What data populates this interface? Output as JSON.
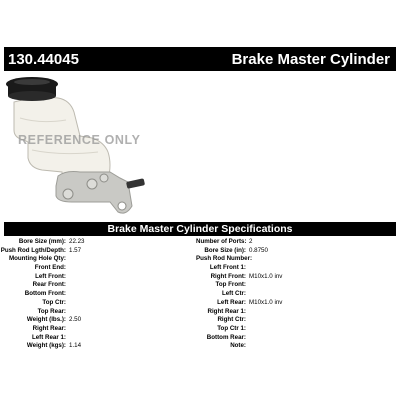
{
  "header": {
    "part_number": "130.44045",
    "part_name": "Brake Master Cylinder"
  },
  "image": {
    "watermark": "REFERENCE ONLY",
    "cap_color": "#1a1a1a",
    "reservoir_color": "#f3f1ea",
    "body_color": "#c9c9c5"
  },
  "specs": {
    "title": "Brake Master Cylinder Specifications",
    "left": [
      {
        "label": "Bore Size (mm):",
        "value": "22.23"
      },
      {
        "label": "Push Rod Lgth/Depth:",
        "value": "1.57"
      },
      {
        "label": "Mounting Hole Qty:",
        "value": ""
      },
      {
        "label": "Front End:",
        "value": ""
      },
      {
        "label": "Left Front:",
        "value": ""
      },
      {
        "label": "Rear Front:",
        "value": ""
      },
      {
        "label": "Bottom Front:",
        "value": ""
      },
      {
        "label": "Top Ctr:",
        "value": ""
      },
      {
        "label": "Top Rear:",
        "value": ""
      },
      {
        "label": "Weight (lbs.):",
        "value": "2.50"
      },
      {
        "label": "Right Rear:",
        "value": ""
      },
      {
        "label": "Left Rear 1:",
        "value": ""
      },
      {
        "label": "Weight (kgs):",
        "value": "1.14"
      }
    ],
    "right": [
      {
        "label": "Number of Ports:",
        "value": "2"
      },
      {
        "label": "Bore Size (in):",
        "value": "0.8750"
      },
      {
        "label": "Push Rod Number:",
        "value": ""
      },
      {
        "label": "Left Front 1:",
        "value": ""
      },
      {
        "label": "Right Front:",
        "value": "M10x1.0 inv"
      },
      {
        "label": "Top Front:",
        "value": ""
      },
      {
        "label": "Left Ctr:",
        "value": ""
      },
      {
        "label": "Left Rear:",
        "value": "M10x1.0 inv"
      },
      {
        "label": "Right Rear 1:",
        "value": ""
      },
      {
        "label": "Right Ctr:",
        "value": ""
      },
      {
        "label": "Top Ctr 1:",
        "value": ""
      },
      {
        "label": "Bottom Rear:",
        "value": ""
      },
      {
        "label": "Note:",
        "value": ""
      }
    ]
  }
}
